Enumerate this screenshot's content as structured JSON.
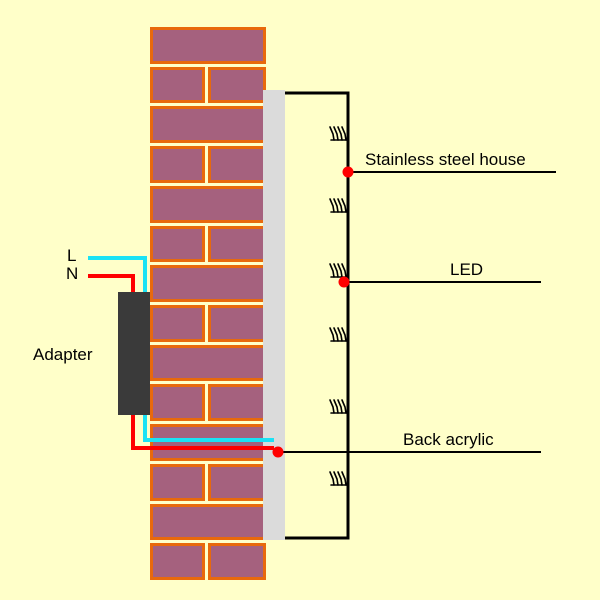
{
  "diagram": {
    "labels": {
      "l": "L",
      "n": "N",
      "adapter": "Adapter",
      "stainless": "Stainless steel house",
      "led": "LED",
      "acrylic": "Back acrylic"
    },
    "colors": {
      "background": "#FFFFC9",
      "brick_fill": "#A5617E",
      "brick_border": "#E8690C",
      "acrylic_panel": "#DBDBDB",
      "adapter_box": "#3A3A3A",
      "wire_live": "#1BE2F5",
      "wire_neutral": "#FF0000",
      "outline": "#000000",
      "pointer_dot": "#FF0000"
    },
    "led_symbol_count": 6
  }
}
